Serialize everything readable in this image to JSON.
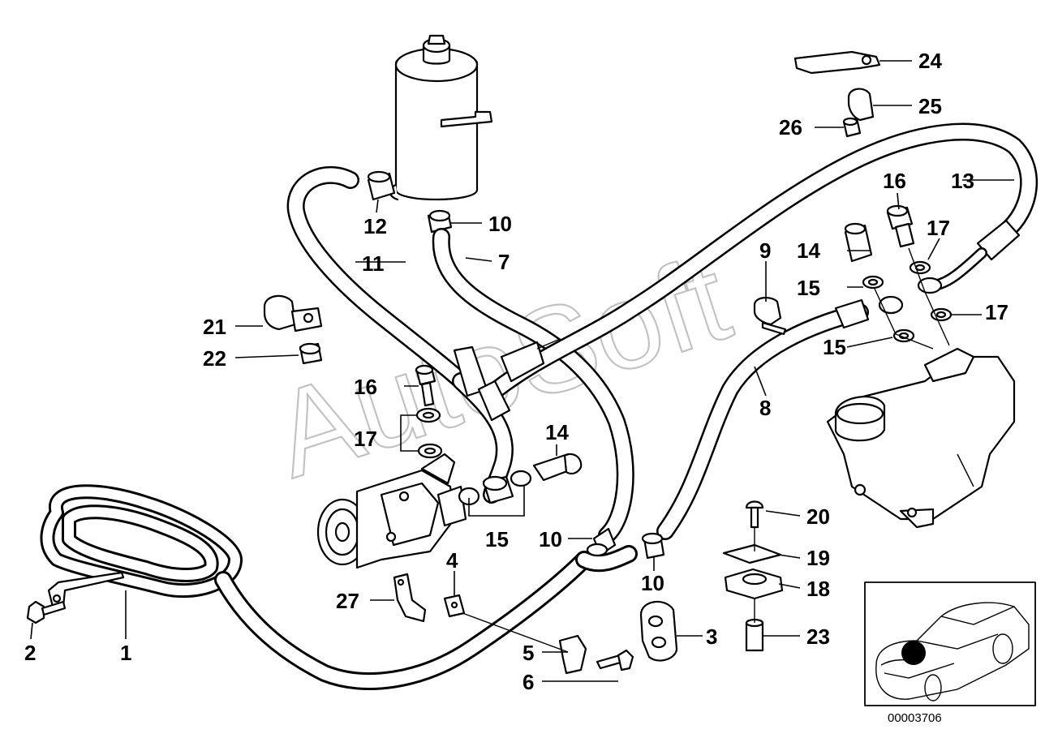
{
  "watermark": "AutoSoft",
  "reference_number": "00003706",
  "callouts": [
    {
      "id": "c1",
      "label": "1"
    },
    {
      "id": "c2",
      "label": "2"
    },
    {
      "id": "c3",
      "label": "3"
    },
    {
      "id": "c4",
      "label": "4"
    },
    {
      "id": "c5",
      "label": "5"
    },
    {
      "id": "c6",
      "label": "6"
    },
    {
      "id": "c7",
      "label": "7"
    },
    {
      "id": "c8",
      "label": "8"
    },
    {
      "id": "c9",
      "label": "9"
    },
    {
      "id": "c10a",
      "label": "10"
    },
    {
      "id": "c10b",
      "label": "10"
    },
    {
      "id": "c10c",
      "label": "10"
    },
    {
      "id": "c11",
      "label": "11"
    },
    {
      "id": "c12",
      "label": "12"
    },
    {
      "id": "c13",
      "label": "13"
    },
    {
      "id": "c14a",
      "label": "14"
    },
    {
      "id": "c14b",
      "label": "14"
    },
    {
      "id": "c15a",
      "label": "15"
    },
    {
      "id": "c15b",
      "label": "15"
    },
    {
      "id": "c15c",
      "label": "15"
    },
    {
      "id": "c16a",
      "label": "16"
    },
    {
      "id": "c16b",
      "label": "16"
    },
    {
      "id": "c17a",
      "label": "17"
    },
    {
      "id": "c17b",
      "label": "17"
    },
    {
      "id": "c17c",
      "label": "17"
    },
    {
      "id": "c18",
      "label": "18"
    },
    {
      "id": "c19",
      "label": "19"
    },
    {
      "id": "c20",
      "label": "20"
    },
    {
      "id": "c21",
      "label": "21"
    },
    {
      "id": "c22",
      "label": "22"
    },
    {
      "id": "c23",
      "label": "23"
    },
    {
      "id": "c24",
      "label": "24"
    },
    {
      "id": "c25",
      "label": "25"
    },
    {
      "id": "c26",
      "label": "26"
    },
    {
      "id": "c27",
      "label": "27"
    }
  ]
}
